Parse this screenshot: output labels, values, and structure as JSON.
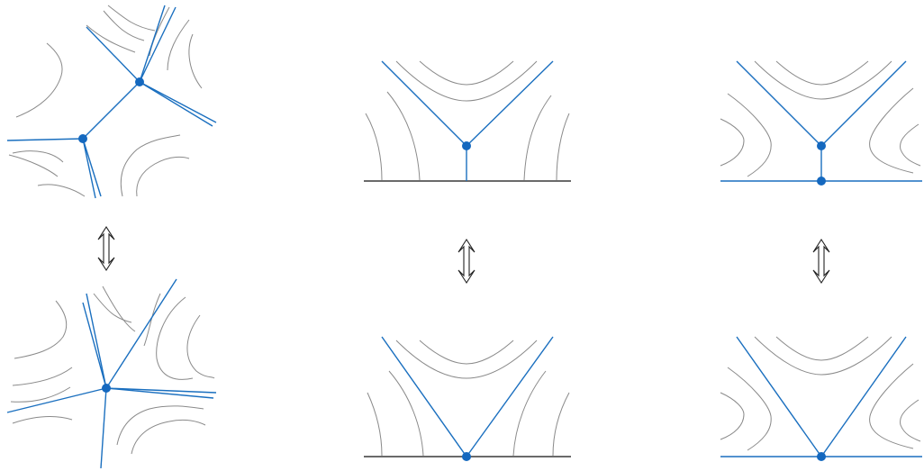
{
  "figure": {
    "panels": [
      {
        "id": "p1-top",
        "column": "interior",
        "position": "before",
        "vertices": 2
      },
      {
        "id": "p1-bottom",
        "column": "interior",
        "position": "after",
        "vertices": 1
      },
      {
        "id": "p2-top",
        "column": "boundary-black",
        "position": "before",
        "vertices": 1
      },
      {
        "id": "p2-bottom",
        "column": "boundary-black",
        "position": "after",
        "vertices": 1
      },
      {
        "id": "p3-top",
        "column": "boundary-blue",
        "position": "before",
        "vertices": 2
      },
      {
        "id": "p3-bottom",
        "column": "boundary-blue",
        "position": "after",
        "vertices": 1
      }
    ],
    "connector": "double-arrow-vertical",
    "colors": {
      "edge": "#1a6fbf",
      "vertex": "#1468bf",
      "level_curve": "#8a8a8a",
      "boundary": "#111111"
    }
  }
}
